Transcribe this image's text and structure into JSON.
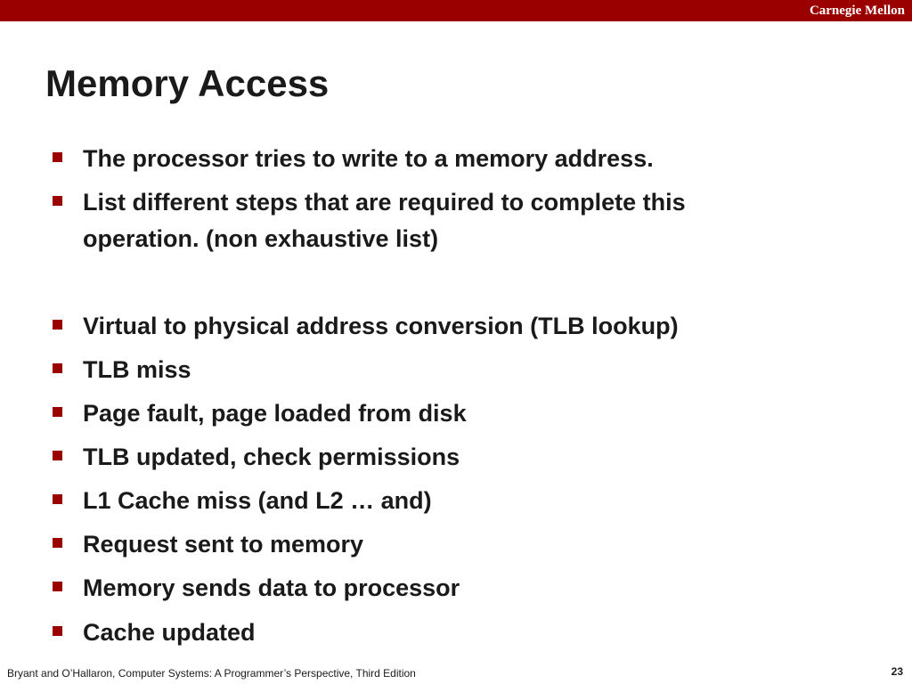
{
  "header": {
    "brand": "Carnegie Mellon",
    "bar_color": "#9b0000"
  },
  "slide": {
    "title": "Memory Access",
    "bullets": [
      "The processor tries to write to a memory address.",
      "List different steps that are required to complete this operation. (non exhaustive list)",
      "Virtual to physical address conversion (TLB lookup)",
      "TLB miss",
      "Page fault, page loaded from disk",
      "TLB updated, check permissions",
      "L1 Cache miss (and L2 … and)",
      "Request sent to memory",
      "Memory sends data to processor",
      "Cache updated"
    ],
    "bullet_color": "#9b0000"
  },
  "footer": {
    "citation": "Bryant and O’Hallaron, Computer Systems: A Programmer’s Perspective, Third Edition",
    "page_number": "23"
  }
}
